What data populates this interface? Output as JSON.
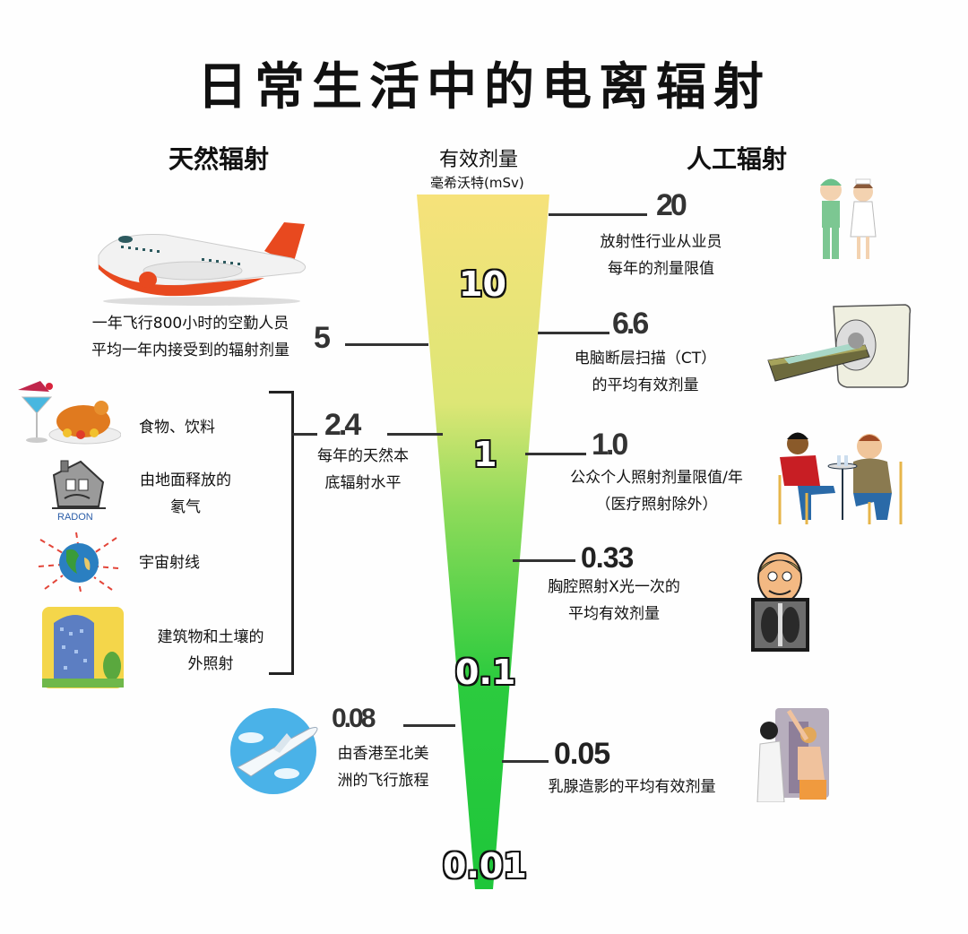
{
  "title": "日常生活中的电离辐射",
  "headers": {
    "natural": "天然辐射",
    "dose_title": "有效剂量",
    "dose_unit": "毫希沃特(mSv)",
    "artificial": "人工辐射"
  },
  "scale": {
    "ticks": [
      "10",
      "1",
      "0.1",
      "0.01"
    ],
    "gradient_colors": {
      "top": "#f5e27a",
      "middle": "#7fd957",
      "bottom": "#1ec63a"
    }
  },
  "natural": {
    "aircrew": {
      "value": "5",
      "line1": "一年飞行800小时的空勤人员",
      "line2": "平均一年内接受到的辐射剂量"
    },
    "background": {
      "value": "2.4",
      "line1": "每年的天然本",
      "line2": "底辐射水平",
      "sources": [
        {
          "label": "食物、饮料",
          "icon": "food-drink-icon"
        },
        {
          "label_line1": "由地面释放的",
          "label_line2": "氡气",
          "icon": "radon-house-icon",
          "icon_text": "RADON"
        },
        {
          "label": "宇宙射线",
          "icon": "cosmic-ray-earth-icon"
        },
        {
          "label_line1": "建筑物和土壤的",
          "label_line2": "外照射",
          "icon": "building-icon"
        }
      ]
    },
    "flight": {
      "value": "0.08",
      "line1": "由香港至北美",
      "line2": "洲的飞行旅程"
    }
  },
  "artificial": {
    "workers": {
      "value": "20",
      "line1": "放射性行业从业员",
      "line2": "每年的剂量限值"
    },
    "ct": {
      "value": "6.6",
      "line1": "电脑断层扫描（CT）",
      "line2": "的平均有效剂量"
    },
    "public": {
      "value": "1.0",
      "line1": "公众个人照射剂量限值/年",
      "line2": "（医疗照射除外）"
    },
    "chest_xray": {
      "value": "0.33",
      "line1": "胸腔照射X光一次的",
      "line2": "平均有效剂量"
    },
    "mammography": {
      "value": "0.05",
      "line1": "乳腺造影的平均有效剂量"
    }
  }
}
